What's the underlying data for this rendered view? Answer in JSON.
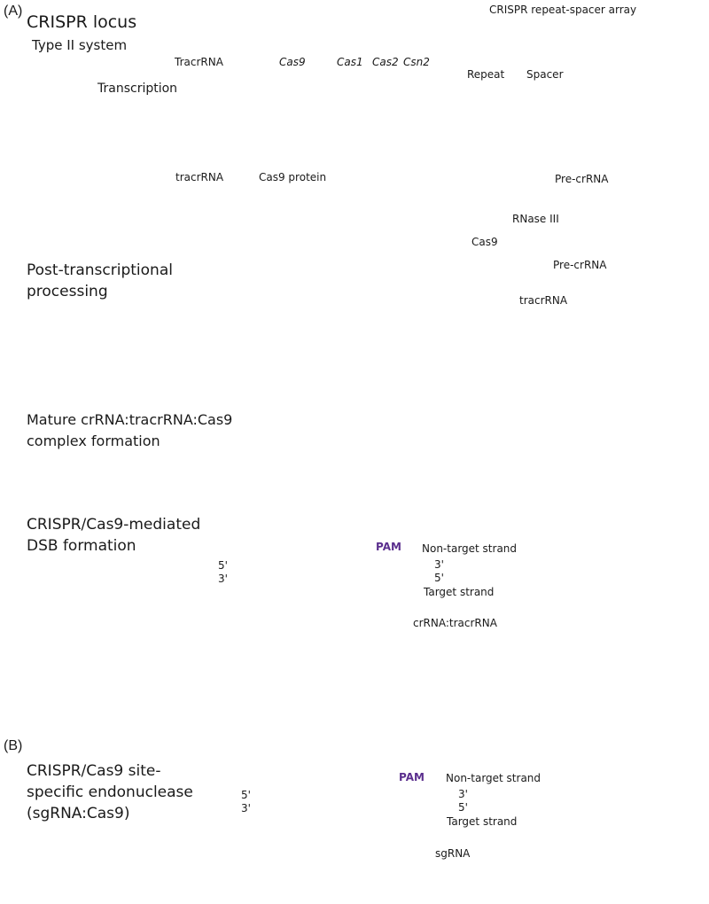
{
  "panels": {
    "a_label": "(A)",
    "b_label": "(B)"
  },
  "locus": {
    "title": "CRISPR locus",
    "subtitle": "Type II system",
    "array_title": "CRISPR repeat-spacer array",
    "genes": [
      {
        "name": "TracrRNA",
        "italic": false,
        "color": "#d42a2a"
      },
      {
        "name": "Cas9",
        "italic": true,
        "color": "#2aa8d6"
      },
      {
        "name": "Cas1",
        "italic": true,
        "color": "#f5b47a"
      },
      {
        "name": "Cas2",
        "italic": true,
        "color": "#f5b47a"
      },
      {
        "name": "Csn2",
        "italic": true,
        "color": "#e39a1e"
      }
    ],
    "spacer_colors": [
      "#f0851f",
      "#eedd10",
      "#a7c46a",
      "#25b5dc",
      "#1c3a8c",
      "#8a4a9c"
    ],
    "repeat_color": "#9a9a9a",
    "repeat_label": "Repeat",
    "spacer_label": "Spacer"
  },
  "transcription": {
    "label": "Transcription",
    "tracrrna_label": "tracrRNA",
    "cas9_label": "Cas9 protein",
    "precrrna_label": "Pre-crRNA"
  },
  "processing": {
    "title": "Post-transcriptional processing",
    "rnase_label": "RNase III",
    "cas9_label": "Cas9",
    "precrrna_label": "Pre-crRNA",
    "tracrrna_label": "tracrRNA"
  },
  "mature": {
    "title": "Mature crRNA:tracrRNA:Cas9 complex formation"
  },
  "dsb": {
    "title": "CRISPR/Cas9-mediated DSB formation",
    "five_prime": "5'",
    "three_prime": "3'",
    "pam": "PAM",
    "non_target": "Non-target strand",
    "target": "Target strand",
    "guide_label": "crRNA:tracrRNA"
  },
  "sg": {
    "title": "CRISPR/Cas9 site-specific endonuclease (sgRNA:Cas9)",
    "five_prime": "5'",
    "three_prime": "3'",
    "pam": "PAM",
    "non_target": "Non-target strand",
    "target": "Target strand",
    "guide_label": "sgRNA"
  },
  "colors": {
    "cas9": "#34b3d6",
    "cas9_stroke": "#1e5468",
    "tracr": "#c81e32",
    "dna": "#5cb82e",
    "guide_orange": "#f0a830",
    "pam": "#5b2f8e",
    "rnase": "#c8821a"
  }
}
